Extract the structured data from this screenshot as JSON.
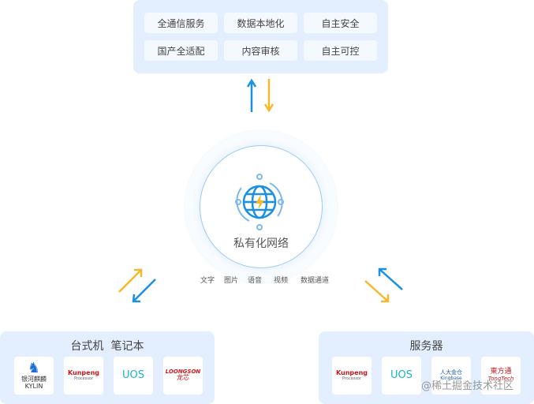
{
  "top_features": [
    "全通信服务",
    "数据本地化",
    "自主安全",
    "国产全适配",
    "内容审核",
    "自主可控"
  ],
  "center": {
    "title": "私有化网络",
    "icon": "globe-lightning-icon",
    "media": [
      "文字",
      "图片",
      "语音",
      "视频",
      "数据通道"
    ]
  },
  "left_panel": {
    "title": "台式机  笔记本",
    "logos": [
      {
        "name": "银河麒麟",
        "sub": "KYLIN"
      },
      {
        "name": "Kunpeng",
        "sub": "Processor"
      },
      {
        "name": "UOS",
        "sub": ""
      },
      {
        "name": "LOONGSON",
        "sub": "龙芯"
      }
    ]
  },
  "right_panel": {
    "title": "服务器",
    "logos": [
      {
        "name": "Kunpeng",
        "sub": "Processor"
      },
      {
        "name": "UOS",
        "sub": ""
      },
      {
        "name": "人大金仓",
        "sub": "Kingbase"
      },
      {
        "name": "東方通",
        "sub": "TongTech"
      }
    ]
  },
  "watermark": "@稀土掘金技术社区",
  "colors": {
    "blue": "#1a8fe6",
    "yellow": "#f5b92b",
    "panel": "#e3efff"
  }
}
